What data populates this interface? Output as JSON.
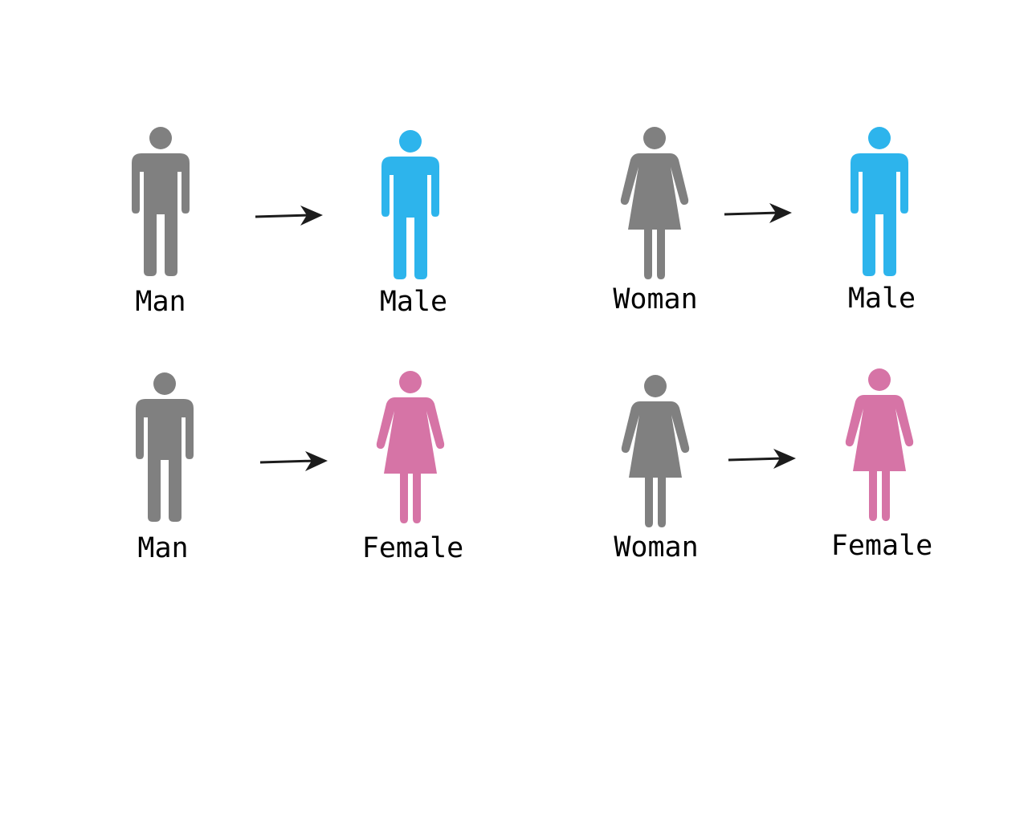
{
  "colors": {
    "neutral": "#808080",
    "male": "#2db4ec",
    "female": "#d674a6",
    "arrow": "#1c1c1c"
  },
  "diagram": {
    "rows": [
      {
        "left": {
          "from": {
            "icon": "man-icon",
            "label": "Man"
          },
          "to": {
            "icon": "man-icon",
            "label": "Male"
          }
        },
        "right": {
          "from": {
            "icon": "woman-icon",
            "label": "Woman"
          },
          "to": {
            "icon": "man-icon",
            "label": "Male"
          }
        }
      },
      {
        "left": {
          "from": {
            "icon": "man-icon",
            "label": "Man"
          },
          "to": {
            "icon": "woman-icon",
            "label": "Female"
          }
        },
        "right": {
          "from": {
            "icon": "woman-icon",
            "label": "Woman"
          },
          "to": {
            "icon": "woman-icon",
            "label": "Female"
          }
        }
      }
    ]
  }
}
